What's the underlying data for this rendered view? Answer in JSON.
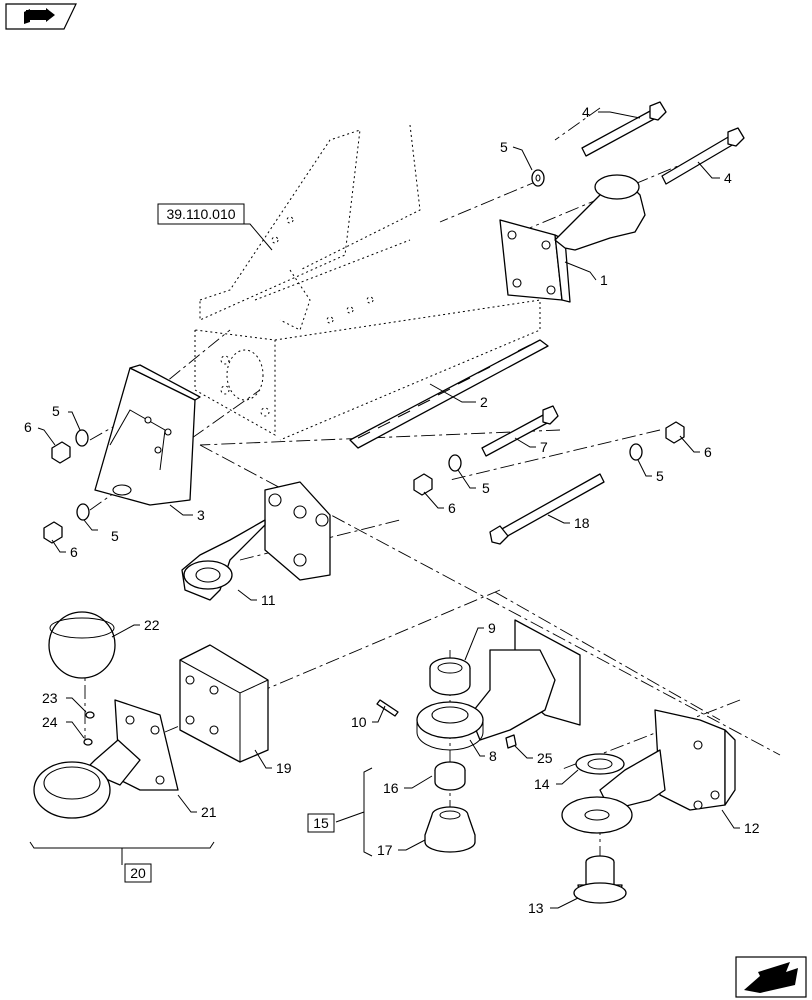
{
  "labels": {
    "p1": "1",
    "p2": "2",
    "p3": "3",
    "p4a": "4",
    "p4b": "4",
    "p5a": "5",
    "p5b": "5",
    "p5c": "5",
    "p5d": "5",
    "p5e": "5",
    "p6a": "6",
    "p6b": "6",
    "p6c": "6",
    "p6d": "6",
    "p7": "7",
    "p8": "8",
    "p9": "9",
    "p10": "10",
    "p11": "11",
    "p12": "12",
    "p13": "13",
    "p14": "14",
    "p15": "15",
    "p16": "16",
    "p17": "17",
    "p18": "18",
    "p19": "19",
    "p20": "20",
    "p21": "21",
    "p22": "22",
    "p23": "23",
    "p24": "24",
    "p25": "25"
  },
  "reference": "39.110.010",
  "icons": {
    "top_left": "book-arrow-icon",
    "bottom_right": "next-arrow-icon"
  }
}
